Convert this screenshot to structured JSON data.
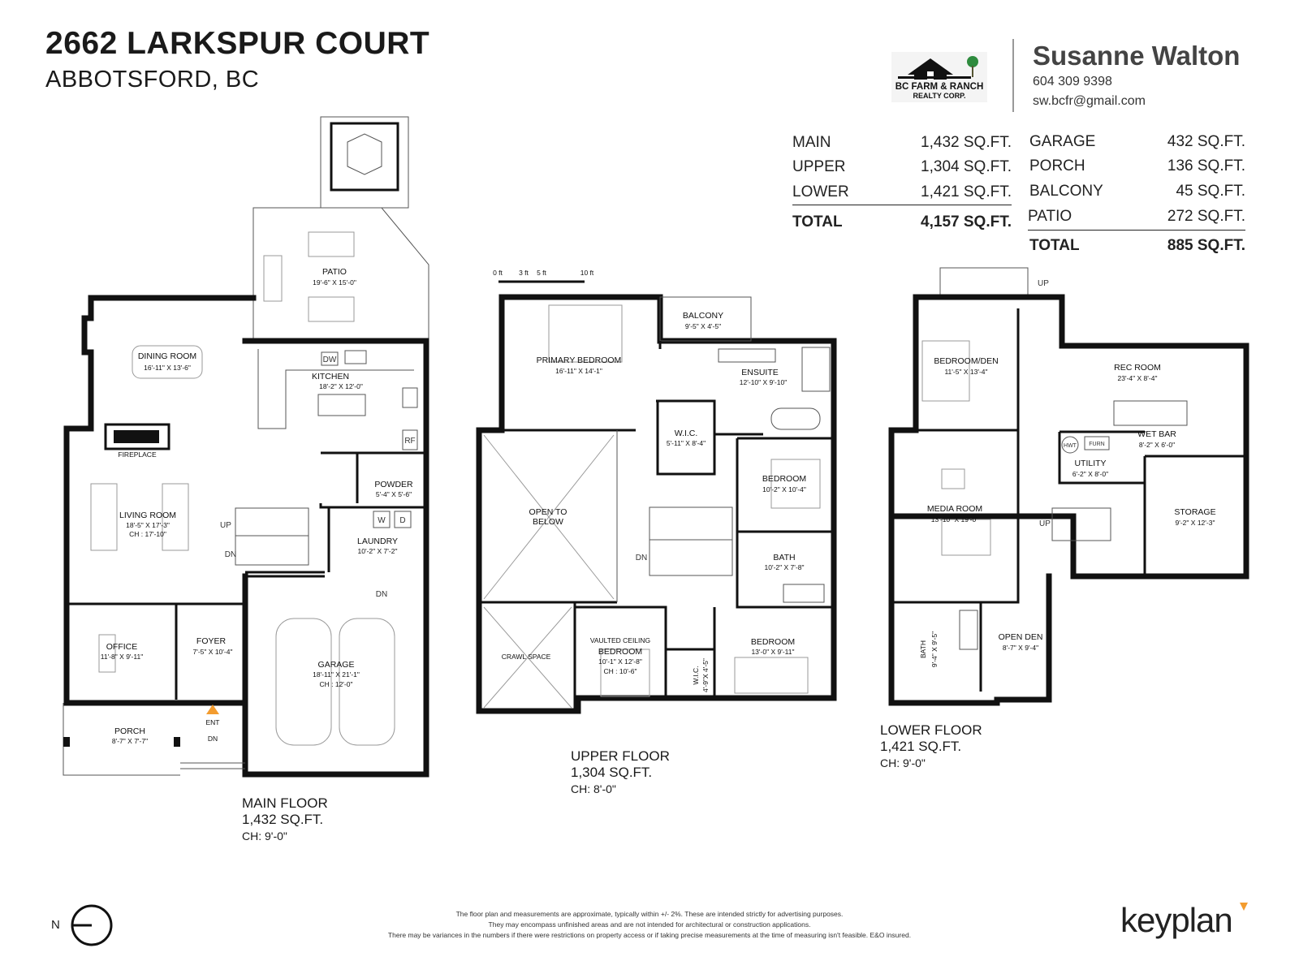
{
  "header": {
    "address": "2662 LARKSPUR COURT",
    "city": "ABBOTSFORD, BC"
  },
  "agent": {
    "name": "Susanne Walton",
    "phone": "604 309 9398",
    "email": "sw.bcfr@gmail.com",
    "brokerage_line1": "BC FARM & RANCH",
    "brokerage_line2": "REALTY CORP."
  },
  "areas_left": {
    "rows": [
      {
        "label": "MAIN",
        "value": "1,432 SQ.FT."
      },
      {
        "label": "UPPER",
        "value": "1,304 SQ.FT."
      },
      {
        "label": "LOWER",
        "value": "1,421 SQ.FT."
      }
    ],
    "total_label": "TOTAL",
    "total_value": "4,157 SQ.FT."
  },
  "areas_right": {
    "rows": [
      {
        "label": "GARAGE",
        "value": "432 SQ.FT."
      },
      {
        "label": "PORCH",
        "value": "136 SQ.FT."
      },
      {
        "label": "BALCONY",
        "value": "45 SQ.FT."
      },
      {
        "label": "PATIO",
        "value": "272 SQ.FT."
      }
    ],
    "total_label": "TOTAL",
    "total_value": "885 SQ.FT."
  },
  "floors": {
    "main": {
      "name": "MAIN FLOOR",
      "area": "1,432 SQ.FT.",
      "ch": "CH: 9'-0\""
    },
    "upper": {
      "name": "UPPER FLOOR",
      "area": "1,304 SQ.FT.",
      "ch": "CH: 8'-0\""
    },
    "lower": {
      "name": "LOWER FLOOR",
      "area": "1,421 SQ.FT.",
      "ch": "CH: 9'-0\""
    }
  },
  "scale": {
    "t0": "0 ft",
    "t3": "3 ft",
    "t5": "5 ft",
    "t10": "10 ft"
  },
  "rooms": {
    "patio": {
      "name": "PATIO",
      "dim": "19'-6\" X 15'-0\""
    },
    "dining": {
      "name": "DINING ROOM",
      "dim": "16'-11\" X 13'-6\""
    },
    "kitchen": {
      "name": "KITCHEN",
      "dim": "18'-2\" X 12'-0\""
    },
    "fireplace": {
      "name": "FIREPLACE"
    },
    "living": {
      "name": "LIVING ROOM",
      "dim": "18'-5\" X 17'-3\"",
      "ch": "CH : 17'-10\""
    },
    "powder": {
      "name": "POWDER",
      "dim": "5'-4\" X 5'-6\""
    },
    "laundry": {
      "name": "LAUNDRY",
      "dim": "10'-2\" X 7'-2\""
    },
    "office": {
      "name": "OFFICE",
      "dim": "11'-8\" X 9'-11\""
    },
    "foyer": {
      "name": "FOYER",
      "dim": "7'-5\" X 10'-4\""
    },
    "garage": {
      "name": "GARAGE",
      "dim": "18'-11\" X 21'-1\"",
      "ch": "CH : 12'-0\""
    },
    "porch": {
      "name": "PORCH",
      "dim": "8'-7\" X 7'-7\""
    },
    "primary": {
      "name": "PRIMARY BEDROOM",
      "dim": "16'-11\" X 14'-1\""
    },
    "balcony": {
      "name": "BALCONY",
      "dim": "9'-5\" X 4'-5\""
    },
    "ensuite": {
      "name": "ENSUITE",
      "dim": "12'-10\" X 9'-10\""
    },
    "wic1": {
      "name": "W.I.C.",
      "dim": "5'-11\" X 8'-4\""
    },
    "bedroom_u1": {
      "name": "BEDROOM",
      "dim": "10'-2\" X 10'-4\""
    },
    "open_below": {
      "name1": "OPEN TO",
      "name2": "BELOW"
    },
    "bath_u": {
      "name": "BATH",
      "dim": "10'-2\" X 7'-8\""
    },
    "crawl": {
      "name": "CRAWL SPACE"
    },
    "vaulted": {
      "note": "VAULTED CEILING",
      "name": "BEDROOM",
      "dim": "10'-1\" X 12'-8\"",
      "ch": "CH : 10'-6\""
    },
    "wic2": {
      "name": "W.I.C.",
      "dim": "4'-9\"X 4'-5\""
    },
    "bedroom_u3": {
      "name": "BEDROOM",
      "dim": "13'-0\" X 9'-11\""
    },
    "bedroom_den": {
      "name": "BEDROOM/DEN",
      "dim": "11'-5\" X 13'-4\""
    },
    "rec": {
      "name": "REC ROOM",
      "dim": "23'-4\" X 8'-4\""
    },
    "wetbar": {
      "name": "WET BAR",
      "dim": "8'-2\" X 6'-0\""
    },
    "utility": {
      "name": "UTILITY",
      "dim": "6'-2\" X 8'-0\""
    },
    "media": {
      "name": "MEDIA ROOM",
      "dim": "13'-10\" X 19'-0\""
    },
    "storage": {
      "name": "STORAGE",
      "dim": "9'-2\" X 12'-3\""
    },
    "bath_l": {
      "name": "BATH",
      "dim": "9'-4\" X 9'-5\""
    },
    "open_den": {
      "name": "OPEN DEN",
      "dim": "8'-7\" X 9'-4\""
    }
  },
  "markers": {
    "up": "UP",
    "dn": "DN",
    "ent": "ENT",
    "dw": "DW",
    "rf": "RF",
    "w": "W",
    "d": "D",
    "hwt": "HWT",
    "furn": "FURN",
    "north": "N"
  },
  "disclaimer": [
    "The floor plan and measurements are approximate, typically within +/- 2%. These are intended strictly for advertising purposes.",
    "They may encompass unfinished areas and are not intended for architectural or construction applications.",
    "There may be variances in the numbers if there were restrictions on property access or if taking precise measurements at the time of measuring isn't feasible. E&O insured."
  ],
  "brand": "keyplan",
  "colors": {
    "wall": "#111111",
    "accent": "#f39c2f",
    "gray": "#888888"
  }
}
